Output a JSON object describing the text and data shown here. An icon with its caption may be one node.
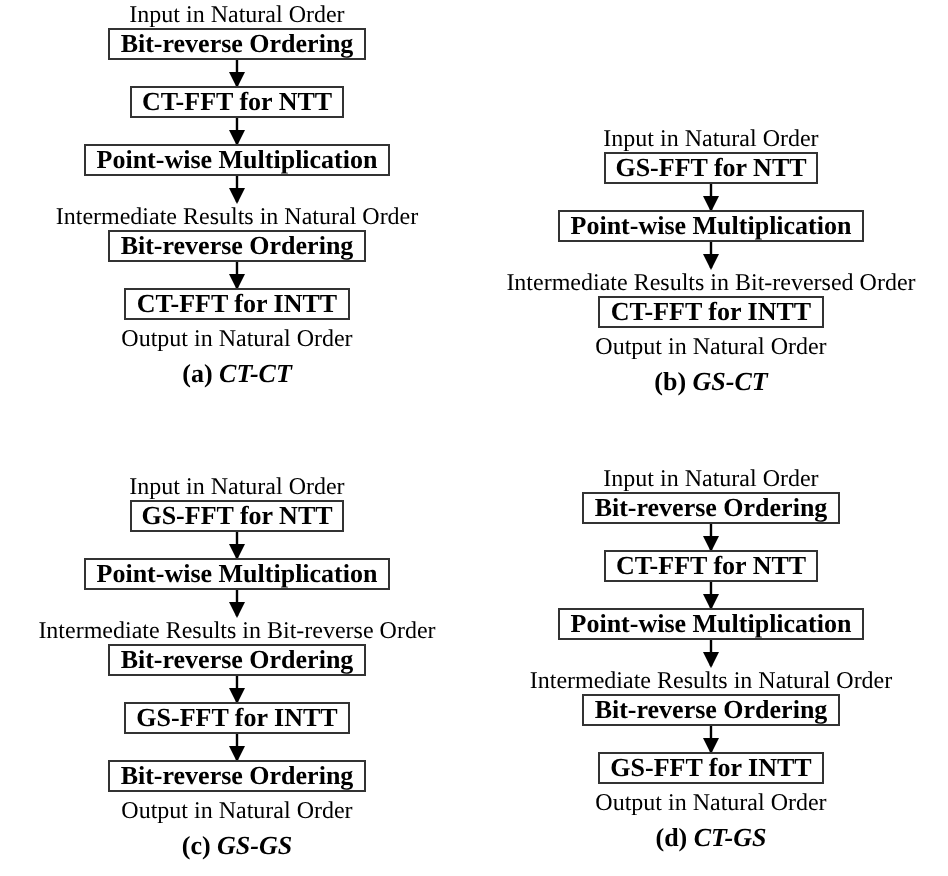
{
  "diagram": {
    "nodes": [
      {
        "text": [
          "Bit-reverse Ordering"
        ]
      },
      {
        "text": [
          "CT-FFT for NTT"
        ]
      },
      {
        "text": [
          "Point-wise Multiplication"
        ]
      },
      {
        "text": [
          "Intermediate Results in Natural Order"
        ]
      },
      {
        "text": [
          "Bit-reverse Ordering"
        ]
      },
      {
        "text": [
          "CT-FFT for INTT"
        ]
      },
      {
        "text": [
          "GS-FFT for NTT"
        ]
      },
      {
        "text": [
          "Point-wise Multiplication"
        ]
      },
      {
        "text": [
          "Intermediate Results in Bit-reversed Order"
        ]
      },
      {
        "text": [
          "CT-FFT for INTT"
        ]
      },
      {
        "text": [
          "GS-FFT for NTT"
        ]
      },
      {
        "text": [
          "Point-wise Multiplication"
        ]
      },
      {
        "text": [
          "Intermediate Results in Bit-reverse Order"
        ]
      },
      {
        "text": [
          "Bit-reverse Ordering"
        ]
      },
      {
        "text": [
          "GS-FFT for INTT"
        ]
      },
      {
        "text": [
          "Bit-reverse Ordering"
        ]
      },
      {
        "text": [
          "Bit-reverse Ordering"
        ]
      },
      {
        "text": [
          "CT-FFT for NTT"
        ]
      },
      {
        "text": [
          "Point-wise Multiplication"
        ]
      },
      {
        "text": [
          "Intermediate Results in Natural Order"
        ]
      },
      {
        "text": [
          "Bit-reverse Ordering"
        ]
      },
      {
        "text": [
          "GS-FFT for INTT"
        ]
      }
    ],
    "edges": [
      {
        "from": 0,
        "to": 1,
        "arrow": "to"
      },
      {
        "from": 1,
        "to": 2,
        "arrow": "to"
      },
      {
        "from": 2,
        "to": 3,
        "arrow": "to"
      },
      {
        "from": 4,
        "to": 5,
        "arrow": "to"
      },
      {
        "from": 6,
        "to": 7,
        "arrow": "to"
      },
      {
        "from": 7,
        "to": 8,
        "arrow": "to"
      },
      {
        "from": 10,
        "to": 11,
        "arrow": "to"
      },
      {
        "from": 11,
        "to": 12,
        "arrow": "to"
      },
      {
        "from": 13,
        "to": 14,
        "arrow": "to"
      },
      {
        "from": 14,
        "to": 15,
        "arrow": "to"
      },
      {
        "from": 16,
        "to": 17,
        "arrow": "to"
      },
      {
        "from": 17,
        "to": 18,
        "arrow": "to"
      },
      {
        "from": 18,
        "to": 19,
        "arrow": "to"
      },
      {
        "from": 20,
        "to": 21,
        "arrow": "to"
      }
    ],
    "labels": [
      "Input in Natural Order",
      "Output in Natural Order",
      "(a) *CT-CT*",
      "Input in Natural Order",
      "Output in Natural Order",
      "(b) *GS-CT*",
      "Input in Natural Order",
      "Output in Natural Order",
      "(c) *GS-GS*",
      "Input in Natural Order",
      "Output in Natural Order",
      "(d) *CT-GS*"
    ]
  }
}
